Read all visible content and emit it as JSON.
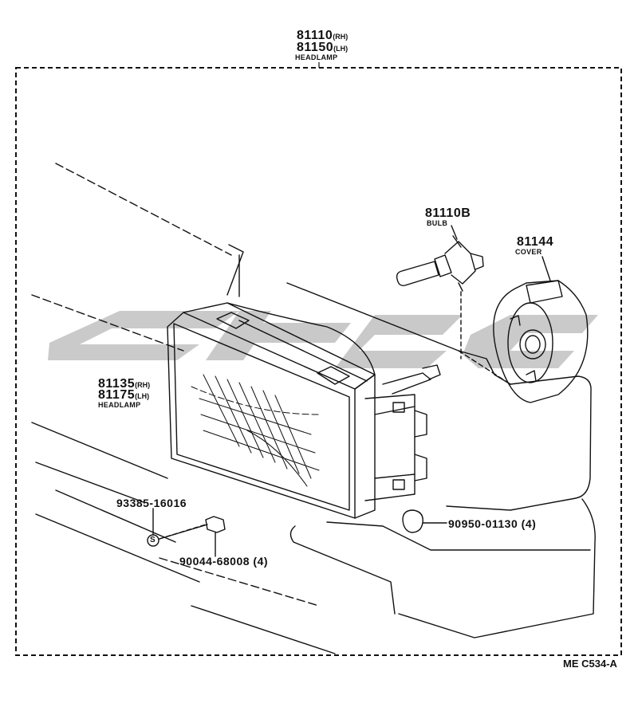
{
  "diagram": {
    "headlamp_assembly": {
      "part_rh": "81110",
      "suffix_rh": "(RH)",
      "part_lh": "81150",
      "suffix_lh": "(LH)",
      "name": "HEADLAMP"
    },
    "bulb": {
      "part": "81110B",
      "name": "BULB"
    },
    "cover": {
      "part": "81144",
      "name": "COVER"
    },
    "headlamp_unit": {
      "part_rh": "81135",
      "suffix_rh": "(RH)",
      "part_lh": "81175",
      "suffix_lh": "(LH)",
      "name": "HEADLAMP"
    },
    "screw_part": "93385-16016",
    "screw_symbol": "S",
    "nut_part": "90044-68008",
    "nut_qty": "(4)",
    "grommet_part": "90950-01130",
    "grommet_qty": "(4)",
    "figure_code": "ME C534-A"
  },
  "colors": {
    "line": "#111111",
    "watermark": "#bdbdbd"
  }
}
